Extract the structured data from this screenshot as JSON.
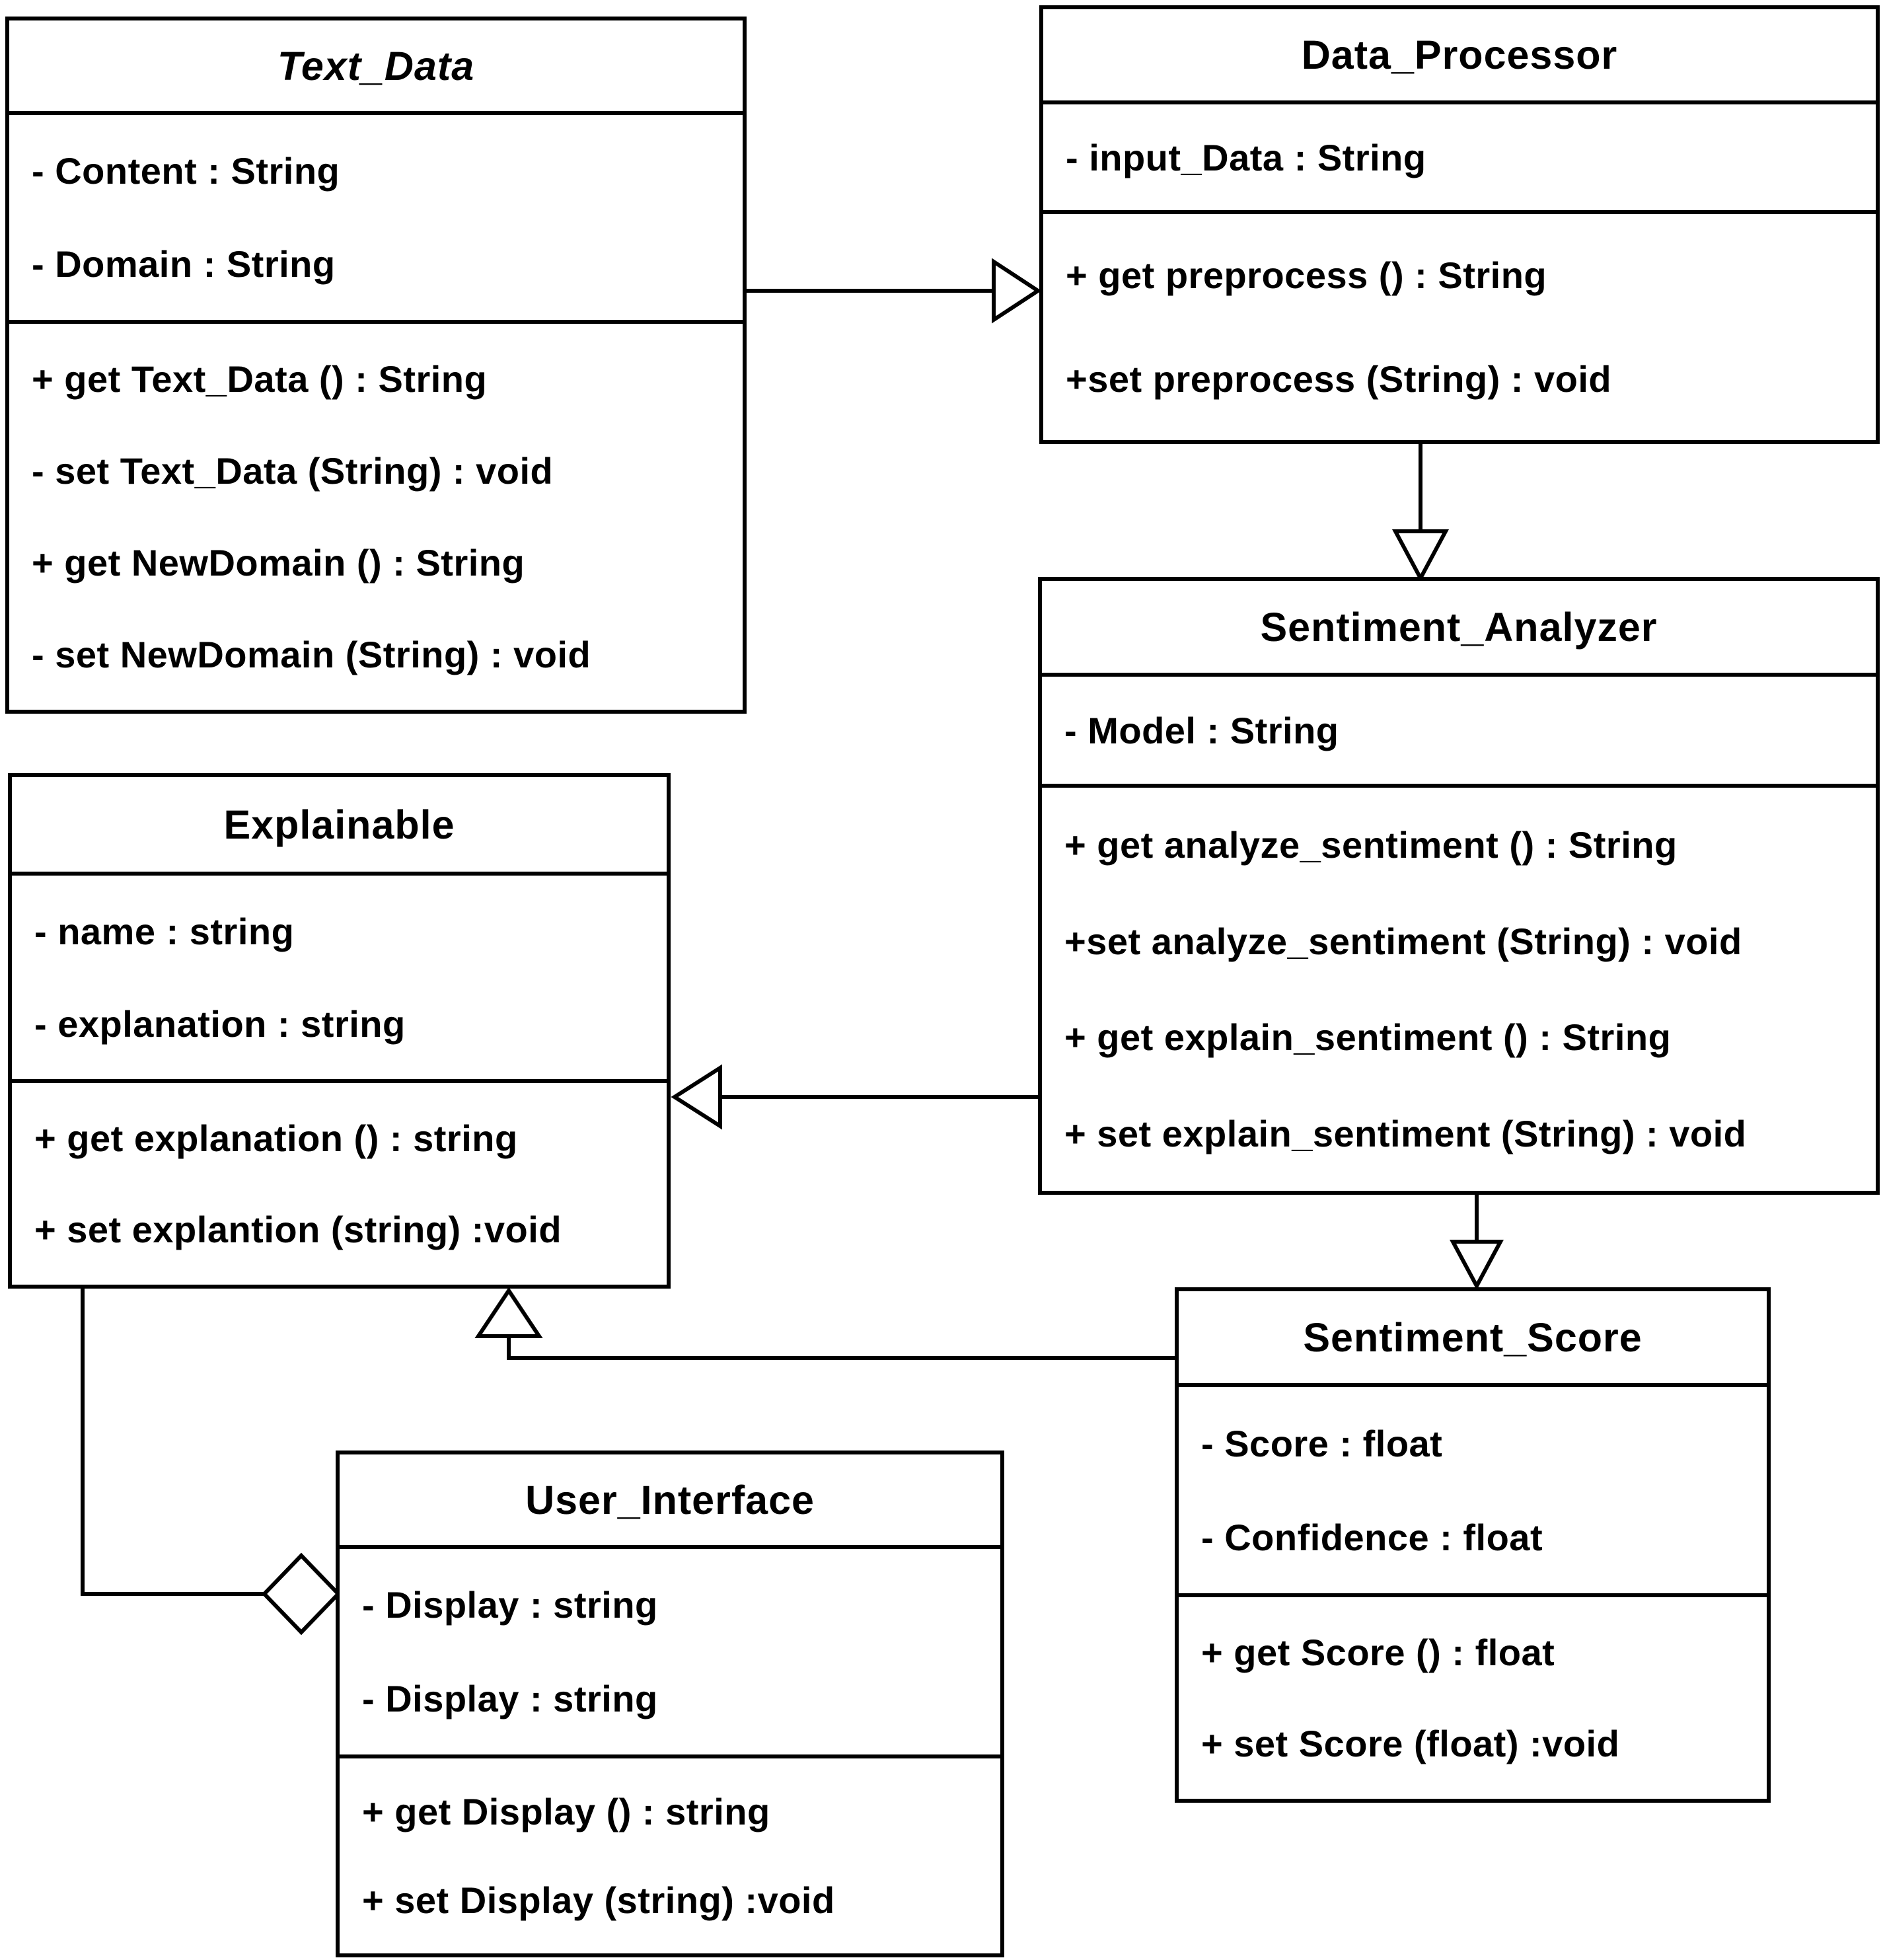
{
  "diagram_type": "uml-class-diagram",
  "colors": {
    "background": "#ffffff",
    "line": "#000000",
    "text": "#000000",
    "box_fill": "#ffffff"
  },
  "classes": {
    "text_data": {
      "title": "Text_Data",
      "title_style": "bold-italic",
      "attributes": [
        "- Content : String",
        "- Domain : String"
      ],
      "methods": [
        "+ get Text_Data () : String",
        "- set Text_Data (String) : void",
        "+ get NewDomain () : String",
        "- set NewDomain (String) : void"
      ]
    },
    "data_processor": {
      "title": "Data_Processor",
      "title_style": "bold",
      "attributes": [
        "- input_Data : String"
      ],
      "methods": [
        "+ get preprocess () : String",
        "+set preprocess (String) : void"
      ]
    },
    "sentiment_analyzer": {
      "title": "Sentiment_Analyzer",
      "title_style": "bold",
      "attributes": [
        "- Model : String"
      ],
      "methods": [
        "+ get analyze_sentiment () : String",
        "+set analyze_sentiment (String) : void",
        "+ get explain_sentiment () : String",
        "+ set explain_sentiment (String) : void"
      ]
    },
    "explainable": {
      "title": "Explainable",
      "title_style": "bold",
      "attributes": [
        "- name : string",
        "- explanation : string"
      ],
      "methods": [
        "+ get explanation () : string",
        "+ set explantion (string) :void"
      ]
    },
    "sentiment_score": {
      "title": "Sentiment_Score",
      "title_style": "bold",
      "attributes": [
        "- Score : float",
        "- Confidence : float"
      ],
      "methods": [
        "+ get Score () : float",
        "+ set Score (float) :void"
      ]
    },
    "user_interface": {
      "title": "User_Interface",
      "title_style": "bold",
      "attributes": [
        "- Display : string",
        "- Display : string"
      ],
      "methods": [
        "+ get Display () : string",
        "+ set Display (string) :void"
      ]
    }
  },
  "relationships": [
    {
      "from": "Text_Data",
      "to": "Data_Processor",
      "type": "generalization",
      "arrowhead": "hollow-triangle",
      "direction": "right"
    },
    {
      "from": "Data_Processor",
      "to": "Sentiment_Analyzer",
      "type": "generalization",
      "arrowhead": "hollow-triangle",
      "direction": "down"
    },
    {
      "from": "Sentiment_Analyzer",
      "to": "Explainable",
      "type": "generalization",
      "arrowhead": "hollow-triangle",
      "direction": "left"
    },
    {
      "from": "Sentiment_Analyzer",
      "to": "Sentiment_Score",
      "type": "generalization",
      "arrowhead": "hollow-triangle",
      "direction": "down"
    },
    {
      "from": "Sentiment_Score",
      "to": "Explainable",
      "type": "generalization",
      "arrowhead": "hollow-triangle",
      "direction": "left-up"
    },
    {
      "from": "Explainable",
      "to": "User_Interface",
      "type": "aggregation",
      "arrowhead": "hollow-diamond",
      "direction": "down-right"
    }
  ]
}
